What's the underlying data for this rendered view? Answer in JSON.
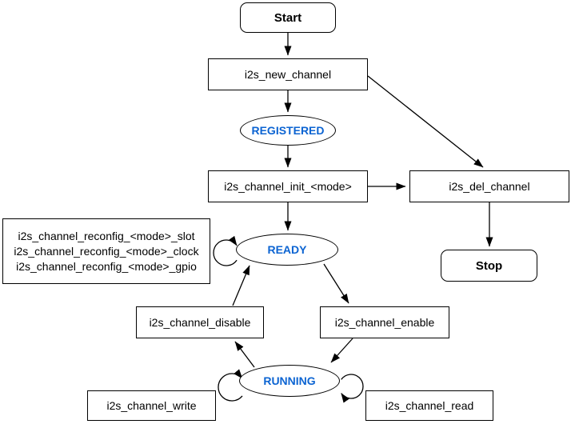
{
  "colors": {
    "background": "#ffffff",
    "stroke": "#000000",
    "state_text": "#0c64d2"
  },
  "nodes": {
    "start": {
      "label": "Start",
      "type": "terminal"
    },
    "new_channel": {
      "label": "i2s_new_channel",
      "type": "process"
    },
    "registered": {
      "label": "REGISTERED",
      "type": "state"
    },
    "init": {
      "label": "i2s_channel_init_<mode>",
      "type": "process"
    },
    "del_channel": {
      "label": "i2s_del_channel",
      "type": "process"
    },
    "stop": {
      "label": "Stop",
      "type": "terminal"
    },
    "reconfig": {
      "lines": [
        "i2s_channel_reconfig_<mode>_slot",
        "i2s_channel_reconfig_<mode>_clock",
        "i2s_channel_reconfig_<mode>_gpio"
      ],
      "type": "process"
    },
    "ready": {
      "label": "READY",
      "type": "state"
    },
    "disable": {
      "label": "i2s_channel_disable",
      "type": "process"
    },
    "enable": {
      "label": "i2s_channel_enable",
      "type": "process"
    },
    "running": {
      "label": "RUNNING",
      "type": "state"
    },
    "write": {
      "label": "i2s_channel_write",
      "type": "process"
    },
    "read": {
      "label": "i2s_channel_read",
      "type": "process"
    }
  },
  "edges": [
    {
      "from": "start",
      "to": "new_channel"
    },
    {
      "from": "new_channel",
      "to": "registered"
    },
    {
      "from": "registered",
      "to": "init"
    },
    {
      "from": "init",
      "to": "ready"
    },
    {
      "from": "init",
      "to": "del_channel"
    },
    {
      "from": "new_channel",
      "to": "del_channel"
    },
    {
      "from": "del_channel",
      "to": "stop"
    },
    {
      "from": "disable",
      "to": "ready"
    },
    {
      "from": "ready",
      "to": "enable"
    },
    {
      "from": "enable",
      "to": "running"
    },
    {
      "from": "running",
      "to": "disable"
    },
    {
      "from": "ready",
      "to": "ready",
      "kind": "self-loop"
    },
    {
      "from": "running",
      "to": "running",
      "kind": "self-loop-left"
    },
    {
      "from": "running",
      "to": "running",
      "kind": "self-loop-right"
    }
  ]
}
